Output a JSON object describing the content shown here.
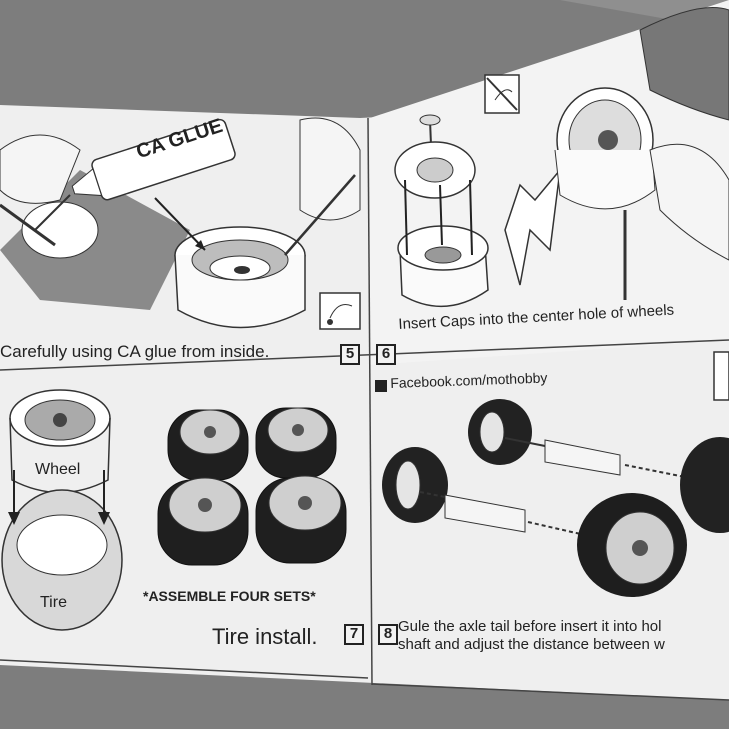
{
  "steps": {
    "s5": {
      "number": "5",
      "caption": "Carefully using CA glue from inside.",
      "glue_label": "CA GLUE"
    },
    "s6": {
      "number": "6",
      "caption": "Insert Caps into the center hole of wheels"
    },
    "s7": {
      "number": "7",
      "caption": "Tire  install.",
      "wheel_label": "Wheel",
      "tire_label": "Tire",
      "assemble_note": "*ASSEMBLE  FOUR SETS*"
    },
    "s8": {
      "number": "8",
      "caption_line1": "Gule the axle tail before insert it into hol",
      "caption_line2": "shaft and adjust the distance between w",
      "facebook_text": "Facebook.com/mothobby"
    }
  },
  "icons": [
    "glue-drop-icon",
    "no-glue-icon",
    "facebook-icon"
  ]
}
